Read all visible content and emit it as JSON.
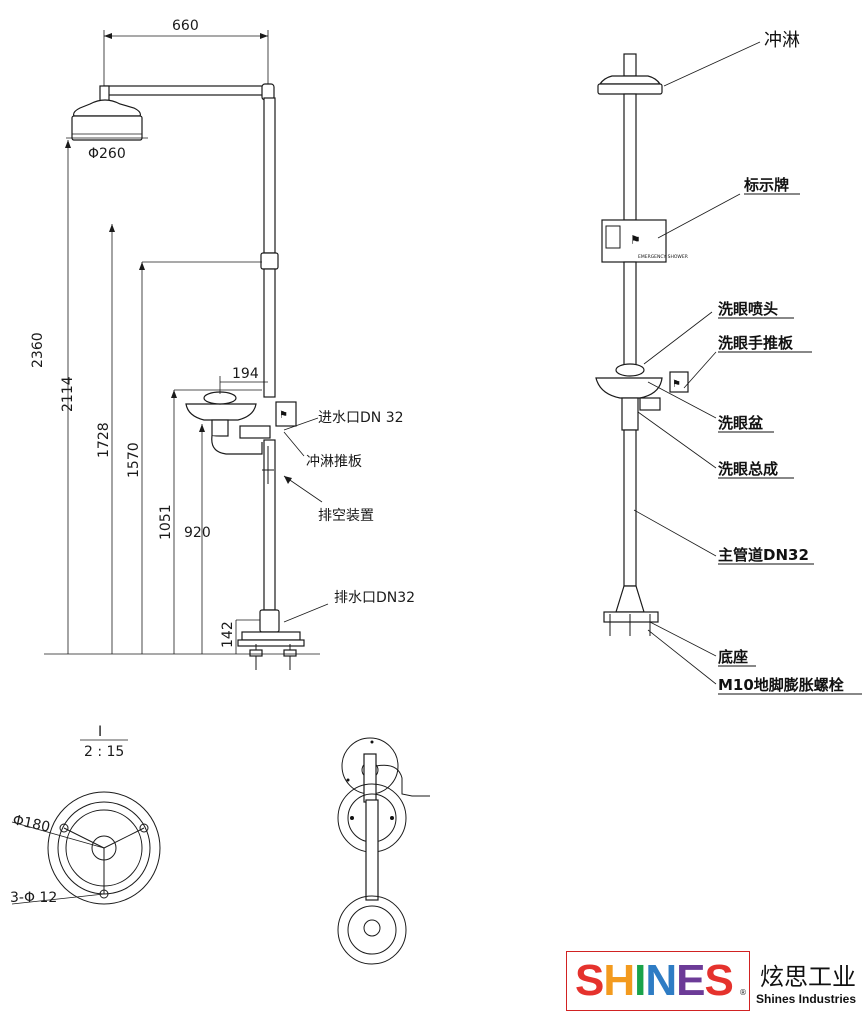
{
  "side_view": {
    "dimensions": {
      "arm_length": "660",
      "head_diameter": "Φ260",
      "total_height": "2360",
      "shower_head_height": "2114",
      "valve_height": "1728",
      "pull_height": "1570",
      "bowl_offset": "194",
      "bowl_height": "1051",
      "bowl_rim_height": "920",
      "drain_height": "142"
    },
    "labels": {
      "water_inlet": "进水口DN 32",
      "shower_push_plate": "冲淋推板",
      "drain_device": "排空装置",
      "drain_outlet": "排水口DN32"
    }
  },
  "front_view": {
    "labels": {
      "shower": "冲淋",
      "sign_plate": "标示牌",
      "eyewash_nozzle": "洗眼喷头",
      "eyewash_push_plate": "洗眼手推板",
      "eyewash_bowl": "洗眼盆",
      "eyewash_assembly": "洗眼总成",
      "main_pipe": "主管道DN32",
      "base": "底座",
      "anchor_bolt": "M10地脚膨胀螺栓"
    },
    "sign_text": "EMERGENCY SHOWER"
  },
  "detail_view": {
    "detail_mark": "I",
    "scale": "2 : 15",
    "outer_diameter": "Φ180",
    "holes": "3-Φ 12"
  },
  "logo": {
    "word_letters": [
      "S",
      "H",
      "I",
      "N",
      "E",
      "S"
    ],
    "word_colors": [
      "#e5322d",
      "#f39a1e",
      "#1aa34a",
      "#2e7cc4",
      "#6c3b97",
      "#e5322d"
    ],
    "reg_mark": "®",
    "chinese_name": "炫思工业",
    "english_name": "Shines Industries",
    "border_color": "#d12222"
  }
}
